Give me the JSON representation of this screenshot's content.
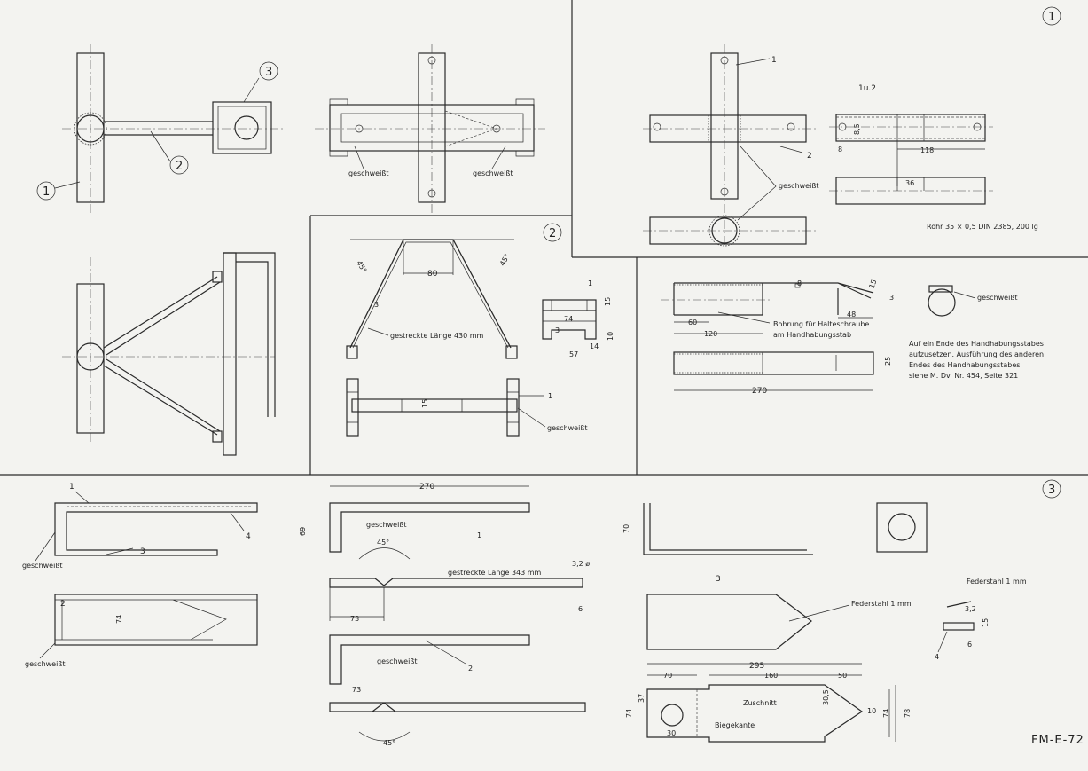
{
  "colors": {
    "paper": "#f3f3f0",
    "ink": "#2a2a2a"
  },
  "markers": {
    "section1": "1",
    "section2": "2",
    "section3": "3"
  },
  "top_left": {
    "callout_3": "3",
    "callout_2": "2",
    "callout_1": "1",
    "welded_left": "geschweißt",
    "welded_right": "geschweißt"
  },
  "section1": {
    "part1": "1",
    "part1u2": "1u.2",
    "part2": "2",
    "dim_8_5": "8,5",
    "dim_8": "8",
    "dim_118": "118",
    "dim_36": "36",
    "welded": "geschweißt",
    "tube_spec": "Rohr 35 × 0,5 DIN 2385, 200 lg"
  },
  "section2": {
    "angle_left": "45°",
    "dim_80": "80",
    "angle_right": "45°",
    "dim_3": "3",
    "stretched": "gestreckte Länge 430 mm",
    "part1": "1",
    "dim_74": "74",
    "dim_15": "15",
    "dim_3b": "3",
    "dim_10": "10",
    "dim_14": "14",
    "dim_57": "57",
    "dim_15b": "15",
    "part1b": "1",
    "welded": "geschweißt"
  },
  "handle": {
    "dim_8": "8",
    "dim_15": "15",
    "dim_3": "3",
    "dim_48": "48",
    "dim_60": "60",
    "dim_120": "120",
    "hole_note_1": "Bohrung für Halteschraube",
    "hole_note_2": "am Handhabungsstab",
    "dim_25": "25",
    "dim_270": "270",
    "welded": "geschweißt",
    "note": [
      "Auf ein Ende des Handhabungsstabes",
      "aufzusetzen. Ausführung des  anderen",
      "Endes  des  Handhabungsstabes",
      "siehe  M. Dv. Nr. 454, Seite 321"
    ]
  },
  "section3": {
    "part1": "1",
    "part4": "4",
    "welded_a": "geschweißt",
    "part3": "3",
    "part2": "2",
    "dim_74": "74",
    "welded_b": "geschweißt",
    "dim_270": "270",
    "dim_69": "69",
    "welded_c": "geschweißt",
    "part1b": "1",
    "angle_45a": "45°",
    "stretched": "gestreckte Länge 343 mm",
    "dim_3_2": "3,2 ø",
    "dim_73a": "73",
    "dim_6": "6",
    "welded_d": "geschweißt",
    "part2b": "2",
    "dim_73b": "73",
    "angle_45b": "45°",
    "dim_70": "70",
    "part3b": "3",
    "spring_a": "Federstahl 1 mm",
    "spring_b": "Federstahl 1 mm",
    "dim_3_2b": "3,2",
    "dim_15": "15",
    "dim_6b": "6",
    "part4b": "4",
    "dim_295": "295",
    "dim_70b": "70",
    "dim_160": "160",
    "dim_50": "50",
    "dim_37": "37",
    "dim_74b": "74",
    "dim_30_5": "30,5",
    "dim_10": "10",
    "dim_74c": "74",
    "dim_78": "78",
    "blank": "Zuschnitt",
    "bend": "Biegekante",
    "dim_30": "30"
  },
  "drawing_code": "FM-E-72"
}
